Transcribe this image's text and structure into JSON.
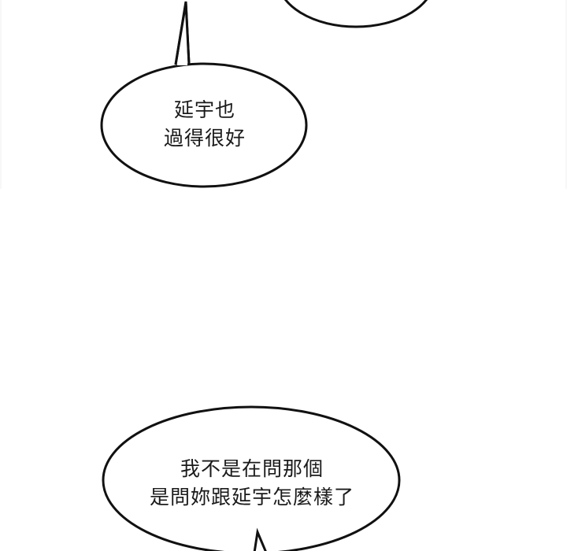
{
  "comic_panel": {
    "background_color": "#ffffff",
    "stroke_color": "#111111",
    "bubbles": [
      {
        "id": "top-right-partial",
        "lines": []
      },
      {
        "id": "middle-left",
        "lines": [
          "延宇也",
          "過得很好"
        ]
      },
      {
        "id": "bottom",
        "lines": [
          "我不是在問那個",
          "是問妳跟延宇怎麼樣了"
        ]
      }
    ]
  }
}
